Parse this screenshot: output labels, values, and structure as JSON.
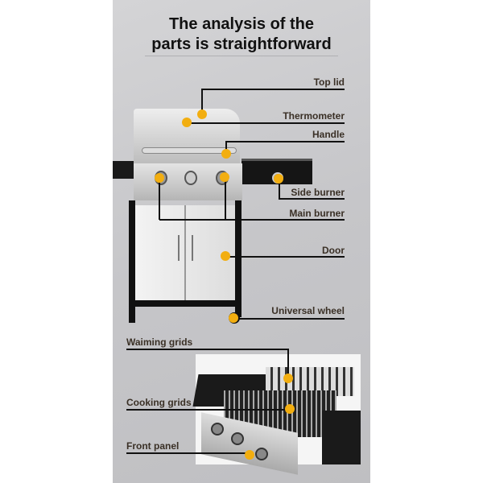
{
  "title_line1": "The analysis of the",
  "title_line2": "parts is straightforward",
  "labels": {
    "top_lid": "Top lid",
    "thermometer": "Thermometer",
    "handle": "Handle",
    "side_burner": "Side burner",
    "main_burner": "Main burner",
    "door": "Door",
    "universal_wheel": "Universal wheel",
    "warming_grids": "Waiming grids",
    "cooking_grids": "Cooking grids",
    "front_panel": "Front panel"
  },
  "colors": {
    "marker": "#f2ae10",
    "line": "#111111",
    "panel": "#c8c8cb"
  }
}
